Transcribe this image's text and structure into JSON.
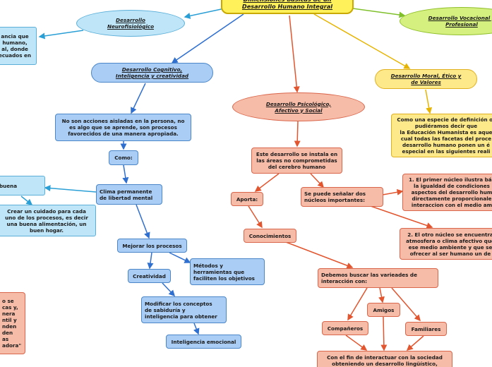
{
  "nodes": {
    "root": "Dimensiones básicas de un\nDesarrollo Humano Integral",
    "neuro": "Desarrollo\nNeurofisiológico",
    "neuro_text": "ancia que\nhumano,\nal, donde\necuados en",
    "vocacional": "Desarrollo Vocacional y\nProfesional",
    "cognitivo": "Desarrollo Cognitivo,\nInteligencia y creatividad",
    "cog_text": "No son acciones aisladas en la persona, no\nes algo que se aprende, son procesos\nfavorecidos de una manera apropiada.",
    "como": "Como:",
    "clima": "Clima permanente\nde libertad mental",
    "buena": "buena",
    "cuidado": "Crear un cuidado para cada\nuno de los procesos, es decir\nuna buena alimentación, un\nbuen hogar.",
    "mejorar": "Mejorar los procesos",
    "creatividad": "Creatividad",
    "metodos": "Métodos y\nherramientas que\nfaciliten los objetivos",
    "modificar": "Modificar los conceptos\nde sabiduría y\ninteligencia para obtener",
    "emocional": "Inteligencia emocional",
    "left_red": "o se\ncas y,\nnera\nntil y\nnden\nden\nas\nadora\"",
    "psicologico": "Desarrollo Psicológico,\nAfectivo y Social",
    "instala": "Este desarrollo se instala en\nlas áreas no comprometidas\ndel cerebro humano",
    "aporta": "Aporta:",
    "nucleos": "Se puede señalar dos\nnúcleos importantes:",
    "conocimientos": "Conocimientos",
    "variedades": "Debemos buscar las varieades de\ninteracción con:",
    "amigos": "Amigos",
    "companeros": "Compañeros",
    "familiares": "Familiares",
    "fin": "Con el fin de interactuar con la sociedad\nobteniendo un desarrollo lingüístico,",
    "nucleo1": "1. El primer núcleo ilustra bás\nla igualdad de condiciones\naspectos del desarrollo hum\ndirectamente proporcionale\ninteraccion con el medio am",
    "nucleo2": "2. El otro núcleo se encuentra\natmosfera o clima afectivo que\nese medio ambiente y que se\nofrecer al ser humano un de",
    "moral": "Desarrollo Moral, Ético y\nde Valores",
    "moral_text": "Como una especie de definición or\npudiéramos decir que\nla Educación Humanista es aque\ncual todas las facetas del proce\ndesarrollo humano ponen un é\nespecial en las siguientes reali"
  },
  "colors": {
    "blue_line": "#2f6fd0",
    "salmon_line": "#e2552e",
    "yellow_line": "#e6b400",
    "green_line": "#7fc02a",
    "cyan_line": "#2a9fd6"
  }
}
